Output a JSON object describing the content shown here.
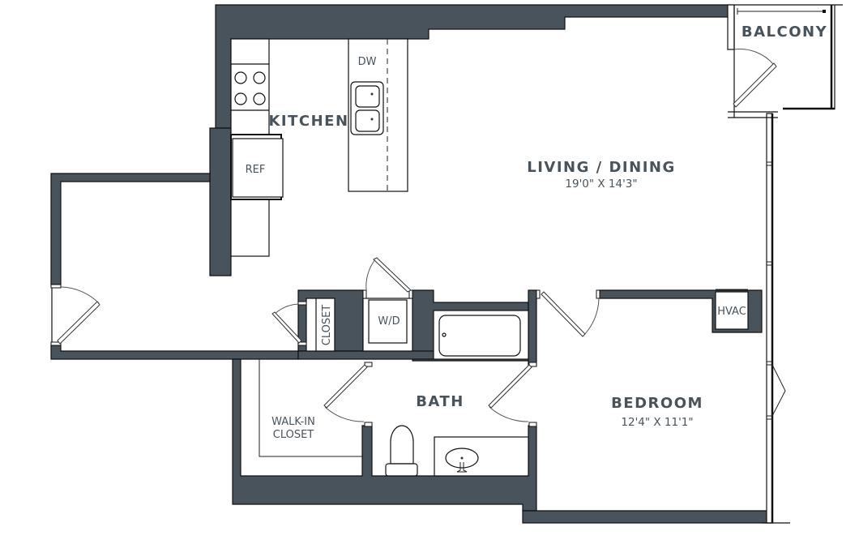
{
  "plan": {
    "wall_color": "#48535c",
    "rooms": {
      "balcony": {
        "label": "BALCONY"
      },
      "kitchen": {
        "label": "KITCHEN"
      },
      "living": {
        "label": "LIVING / DINING",
        "dimensions": "19'0\" X 14'3\""
      },
      "bath": {
        "label": "BATH"
      },
      "bedroom": {
        "label": "BEDROOM",
        "dimensions": "12'4\" X 11'1\""
      },
      "walkin": {
        "label_line1": "WALK-IN",
        "label_line2": "CLOSET"
      }
    },
    "fixtures": {
      "dishwasher": "DW",
      "refrigerator": "REF",
      "washer_dryer": "W/D",
      "closet": "CLOSET",
      "hvac": "HVAC"
    }
  }
}
